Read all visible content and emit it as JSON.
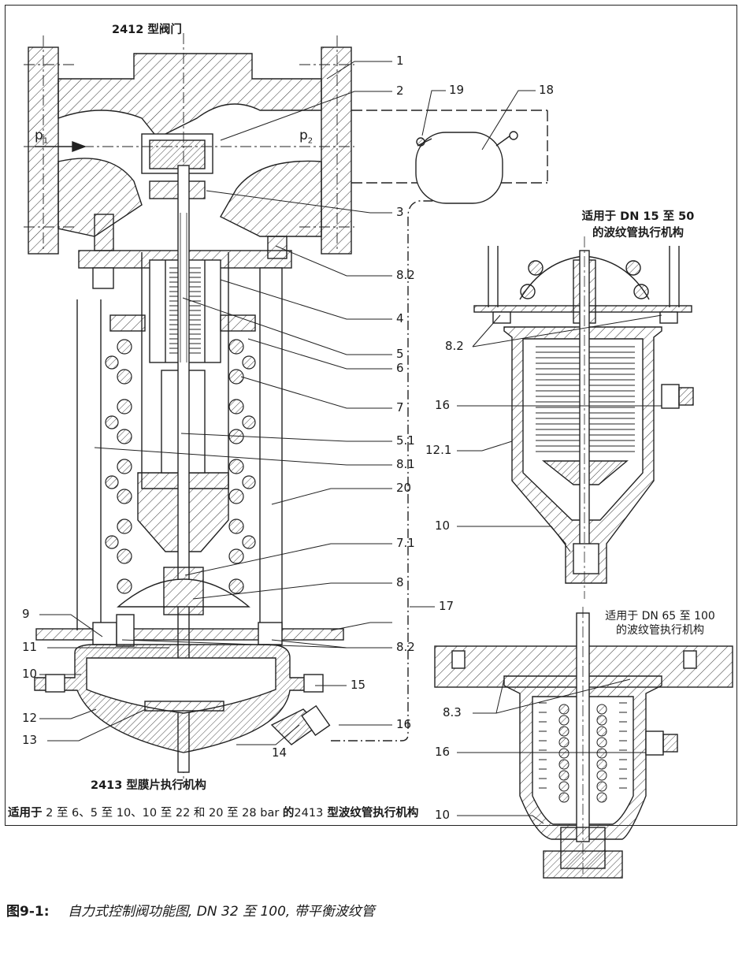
{
  "titles": {
    "valve": "2412 型阀门",
    "diaphragm_actuator": "2413 型膜片执行机构",
    "bellows_small_line1": "适用于 DN 15 至 50",
    "bellows_small_line2": "的波纹管执行机构",
    "bellows_large_line1": "适用于 DN 65 至 100",
    "bellows_large_line2": "的波纹管执行机构"
  },
  "pressure_labels": {
    "p1": "p",
    "p1_sub": "1",
    "p2": "p",
    "p2_sub": "2"
  },
  "callouts": {
    "c1": "1",
    "c2": "2",
    "c3": "3",
    "c4": "4",
    "c5": "5",
    "c51": "5.1",
    "c6": "6",
    "c7": "7",
    "c71": "7.1",
    "c8": "8",
    "c81": "8.1",
    "c82a": "8.2",
    "c82b": "8.2",
    "c82c": "8.2",
    "c83": "8.3",
    "c9": "9",
    "c10a": "10",
    "c10b": "10",
    "c10c": "10",
    "c11": "11",
    "c12": "12",
    "c121": "12.1",
    "c13": "13",
    "c14": "14",
    "c15": "15",
    "c16a": "16",
    "c16b": "16",
    "c16c": "16",
    "c17": "17",
    "c18": "18",
    "c19": "19",
    "c20": "20"
  },
  "footnote": {
    "prefix": "适用于",
    "ranges": " 2 至 6、5 至 10、10 至 22 和 20 至 28 bar ",
    "of": "的",
    "model": "2413",
    "suffix": " 型波纹管执行机构"
  },
  "caption": {
    "number": "图9-1:",
    "text": "自力式控制阀功能图, DN 32 至 100, 带平衡波纹管"
  }
}
